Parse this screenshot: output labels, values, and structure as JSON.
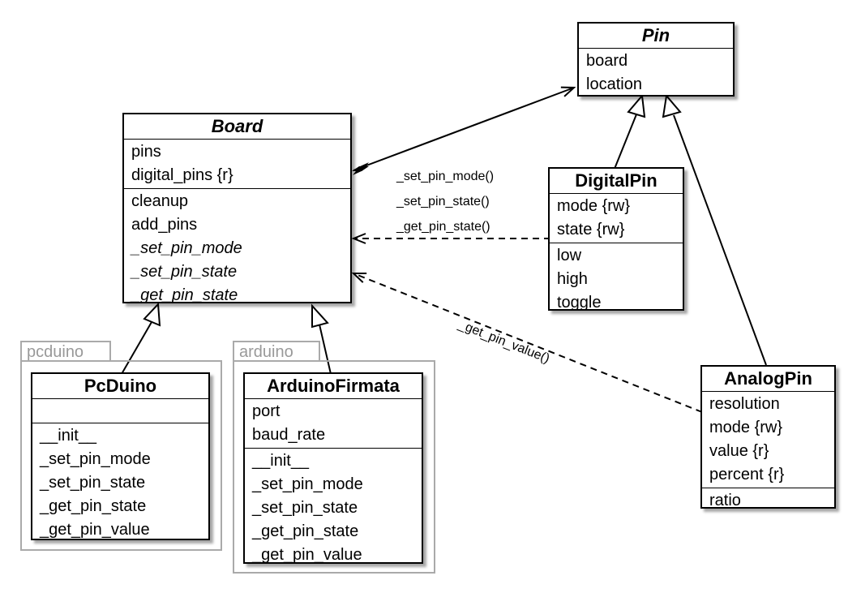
{
  "packages": {
    "pcduino": {
      "label": "pcduino"
    },
    "arduino": {
      "label": "arduino"
    }
  },
  "classes": {
    "pin": {
      "name": "Pin",
      "attributes": [
        "board",
        "location"
      ]
    },
    "board": {
      "name": "Board",
      "attributes": [
        "pins",
        "digital_pins {r}"
      ],
      "methods": [
        "cleanup",
        "add_pins",
        "_set_pin_mode",
        "_set_pin_state",
        "_get_pin_state"
      ]
    },
    "digital_pin": {
      "name": "DigitalPin",
      "attributes": [
        "mode {rw}",
        "state {rw}"
      ],
      "methods": [
        "low",
        "high",
        "toggle"
      ]
    },
    "analog_pin": {
      "name": "AnalogPin",
      "attributes": [
        "resolution",
        "mode {rw}",
        "value {r}",
        "percent {r}"
      ],
      "methods": [
        "ratio"
      ]
    },
    "pcduino": {
      "name": "PcDuino",
      "methods": [
        "__init__",
        "_set_pin_mode",
        "_set_pin_state",
        "_get_pin_state",
        "_get_pin_value"
      ]
    },
    "arduino_firmata": {
      "name": "ArduinoFirmata",
      "attributes": [
        "port",
        "baud_rate"
      ],
      "methods": [
        "__init__",
        "_set_pin_mode",
        "_set_pin_state",
        "_get_pin_state",
        "_get_pin_value"
      ]
    }
  },
  "edge_labels": {
    "digital_calls": [
      "_set_pin_mode()",
      "_set_pin_state()",
      "_get_pin_state()"
    ],
    "analog_call": "_get_pin_value()"
  }
}
